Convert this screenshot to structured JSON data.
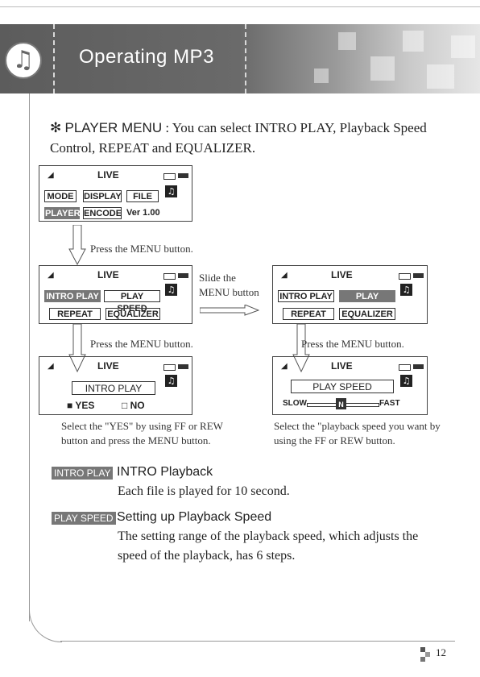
{
  "header": {
    "title": "Operating MP3",
    "icon": "music-note-icon"
  },
  "intro": {
    "label": "PLAYER MENU",
    "text": ": You can select INTRO PLAY, Playback Speed Control, REPEAT and EQUALIZER."
  },
  "screen1": {
    "live": "LIVE",
    "b1": "MODE",
    "b2": "DISPLAY",
    "b3": "FILE",
    "b4": "PLAYER",
    "b5": "ENCODE",
    "ver": "Ver 1.00"
  },
  "cap_press1": "Press the MENU button.",
  "screen2": {
    "live": "LIVE",
    "b1": "INTRO PLAY",
    "b2": "PLAY SPEED",
    "b3": "REPEAT",
    "b4": "EQUALIZER"
  },
  "slide_text": "Slide the MENU button",
  "screen3": {
    "live": "LIVE",
    "b1": "INTRO PLAY",
    "b2": "PLAY SPEED",
    "b3": "REPEAT",
    "b4": "EQUALIZER"
  },
  "cap_press2": "Press the MENU button.",
  "cap_press3": "Press the MENU button.",
  "screen4": {
    "live": "LIVE",
    "title": "INTRO PLAY",
    "yes": "YES",
    "no": "NO"
  },
  "screen5": {
    "live": "LIVE",
    "title": "PLAY SPEED",
    "slow": "SLOW",
    "mid": "N",
    "fast": "FAST"
  },
  "cap_left": "Select the \"YES\" by using FF or REW button and press the MENU button.",
  "cap_right": "Select the \"playback speed you want by using the FF or REW button.",
  "def1": {
    "tag": "INTRO PLAY",
    "title": "INTRO Playback",
    "body": "Each file is played for 10 second."
  },
  "def2": {
    "tag": "PLAY SPEED",
    "title": "Setting up Playback Speed",
    "body": "The setting range of the playback speed, which adjusts the speed of the playback, has 6 steps."
  },
  "page_number": "12"
}
